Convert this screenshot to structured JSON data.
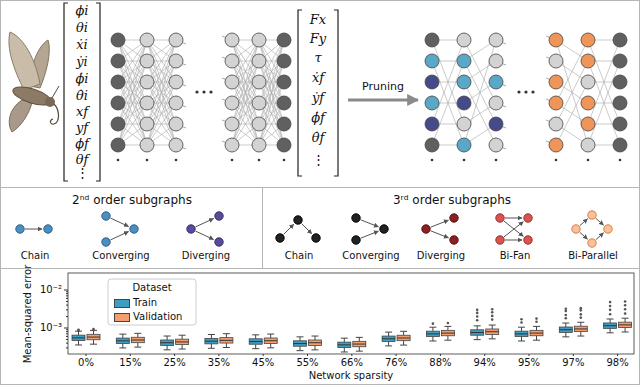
{
  "diagram": {
    "nodes": [
      {
        "text": [
          "ϕi",
          "θi",
          "ẋi",
          "ẏi",
          "ϕ̇i",
          "θ̇i",
          "xf",
          "yf",
          "ϕf",
          "θf",
          "⋮"
        ]
      },
      {
        "text": [
          "Fx",
          "Fy",
          "τ",
          "ẋf",
          "ẏf",
          "ϕ̇f",
          "θ̇f",
          "⋮"
        ]
      },
      {
        "text": [
          "2ⁿᵈ order subgraphs",
          "Chain",
          "Converging",
          "Diverging"
        ]
      },
      {
        "text": [
          "3ʳᵈ order subgraphs",
          "Chain",
          "Converging",
          "Diverging",
          "Bi-Fan",
          "Bi-Parallel"
        ]
      }
    ],
    "labels": [
      "Pruning",
      "10⁻²",
      "10⁻³",
      "Mean-squared error",
      "Dataset",
      "0%",
      "15%",
      "25%",
      "35%",
      "45%",
      "55%",
      "66%",
      "76%",
      "88%",
      "94%",
      "95%",
      "97%",
      "98%",
      "Network sparsity"
    ],
    "legend": [
      {
        "text": "Train",
        "color": "#3d9dc3"
      },
      {
        "text": "Validation",
        "color": "#f29e6e"
      }
    ]
  }
}
